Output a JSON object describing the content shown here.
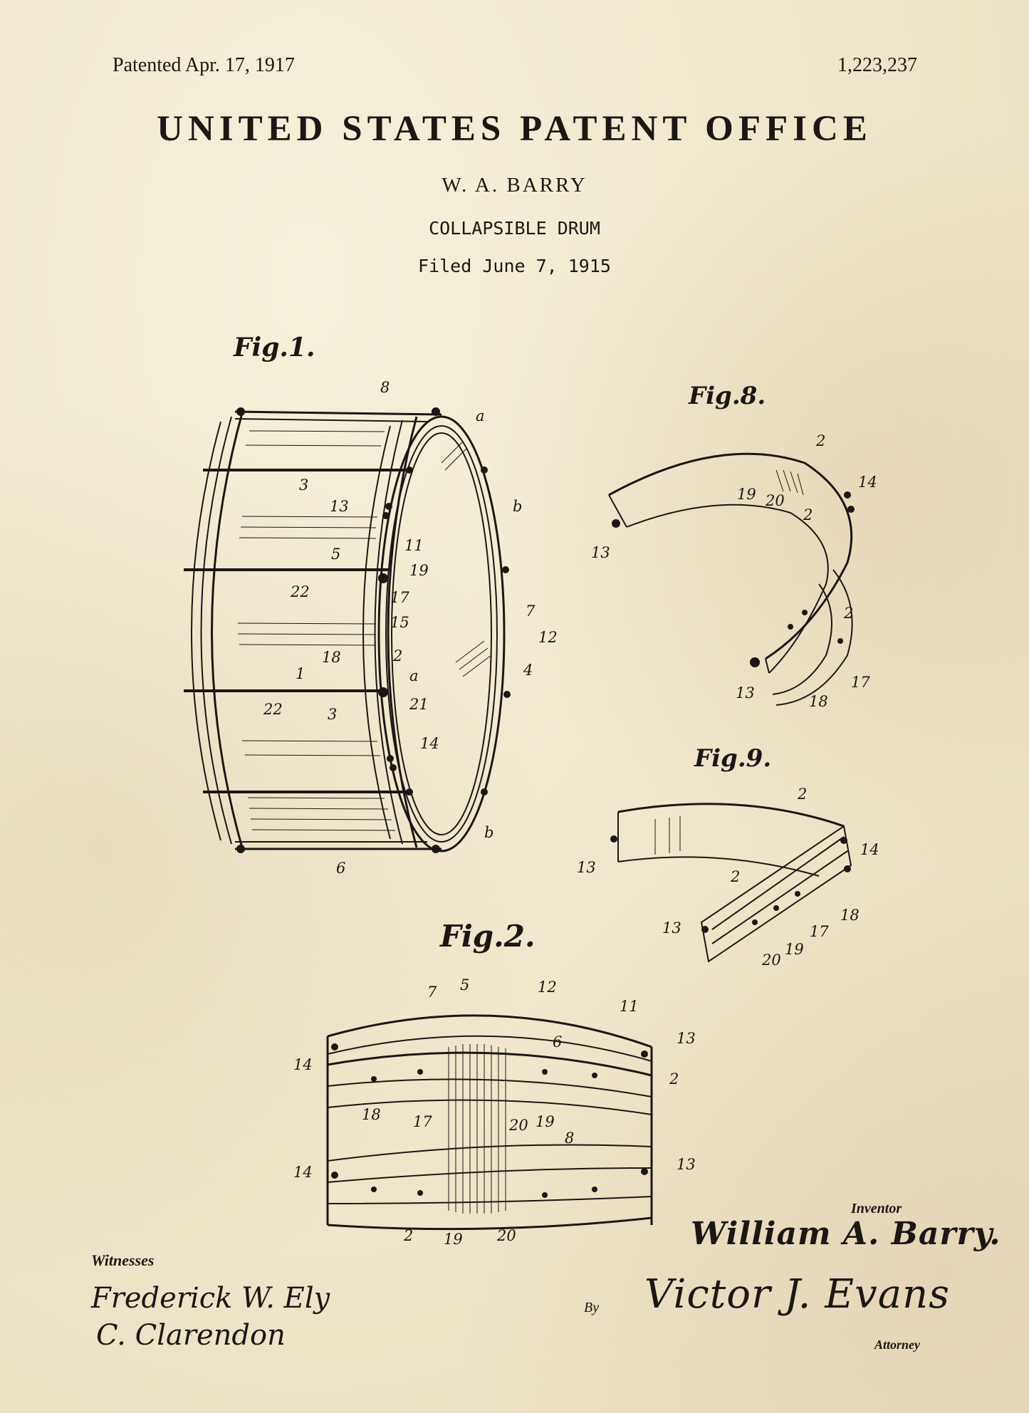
{
  "header": {
    "patented": "Patented Apr. 17, 1917",
    "patent_number": "1,223,237",
    "office": "UNITED STATES PATENT OFFICE",
    "inventor": "W. A. BARRY",
    "title": "COLLAPSIBLE DRUM",
    "filed": "Filed June 7, 1915"
  },
  "figures": {
    "fig1": "Fig.1.",
    "fig2": "Fig.2.",
    "fig8": "Fig.8.",
    "fig9": "Fig.9."
  },
  "reference_numerals": {
    "fig1": [
      "8",
      "a",
      "3",
      "b",
      "13",
      "5",
      "11",
      "19",
      "22",
      "17",
      "7",
      "15",
      "12",
      "18",
      "2",
      "1",
      "a",
      "4",
      "22",
      "3",
      "21",
      "14",
      "b",
      "6"
    ],
    "fig8": [
      "2",
      "14",
      "19",
      "20",
      "13",
      "2",
      "2",
      "13",
      "18",
      "17"
    ],
    "fig9": [
      "2",
      "13",
      "14",
      "2",
      "13",
      "18",
      "17",
      "20",
      "19"
    ],
    "fig2": [
      "7",
      "5",
      "12",
      "11",
      "13",
      "14",
      "6",
      "2",
      "18",
      "17",
      "20",
      "19",
      "8",
      "13",
      "14",
      "2",
      "19",
      "20"
    ]
  },
  "signatures": {
    "inventor_label": "Inventor",
    "inventor_signature": "William A. Barry.",
    "by_label": "By",
    "attorney_signature": "Victor J. Evans",
    "attorney_label": "Attorney",
    "witnesses_label": "Witnesses",
    "witness_1": "Frederick W. Ely",
    "witness_2": "C. Clarendon"
  }
}
